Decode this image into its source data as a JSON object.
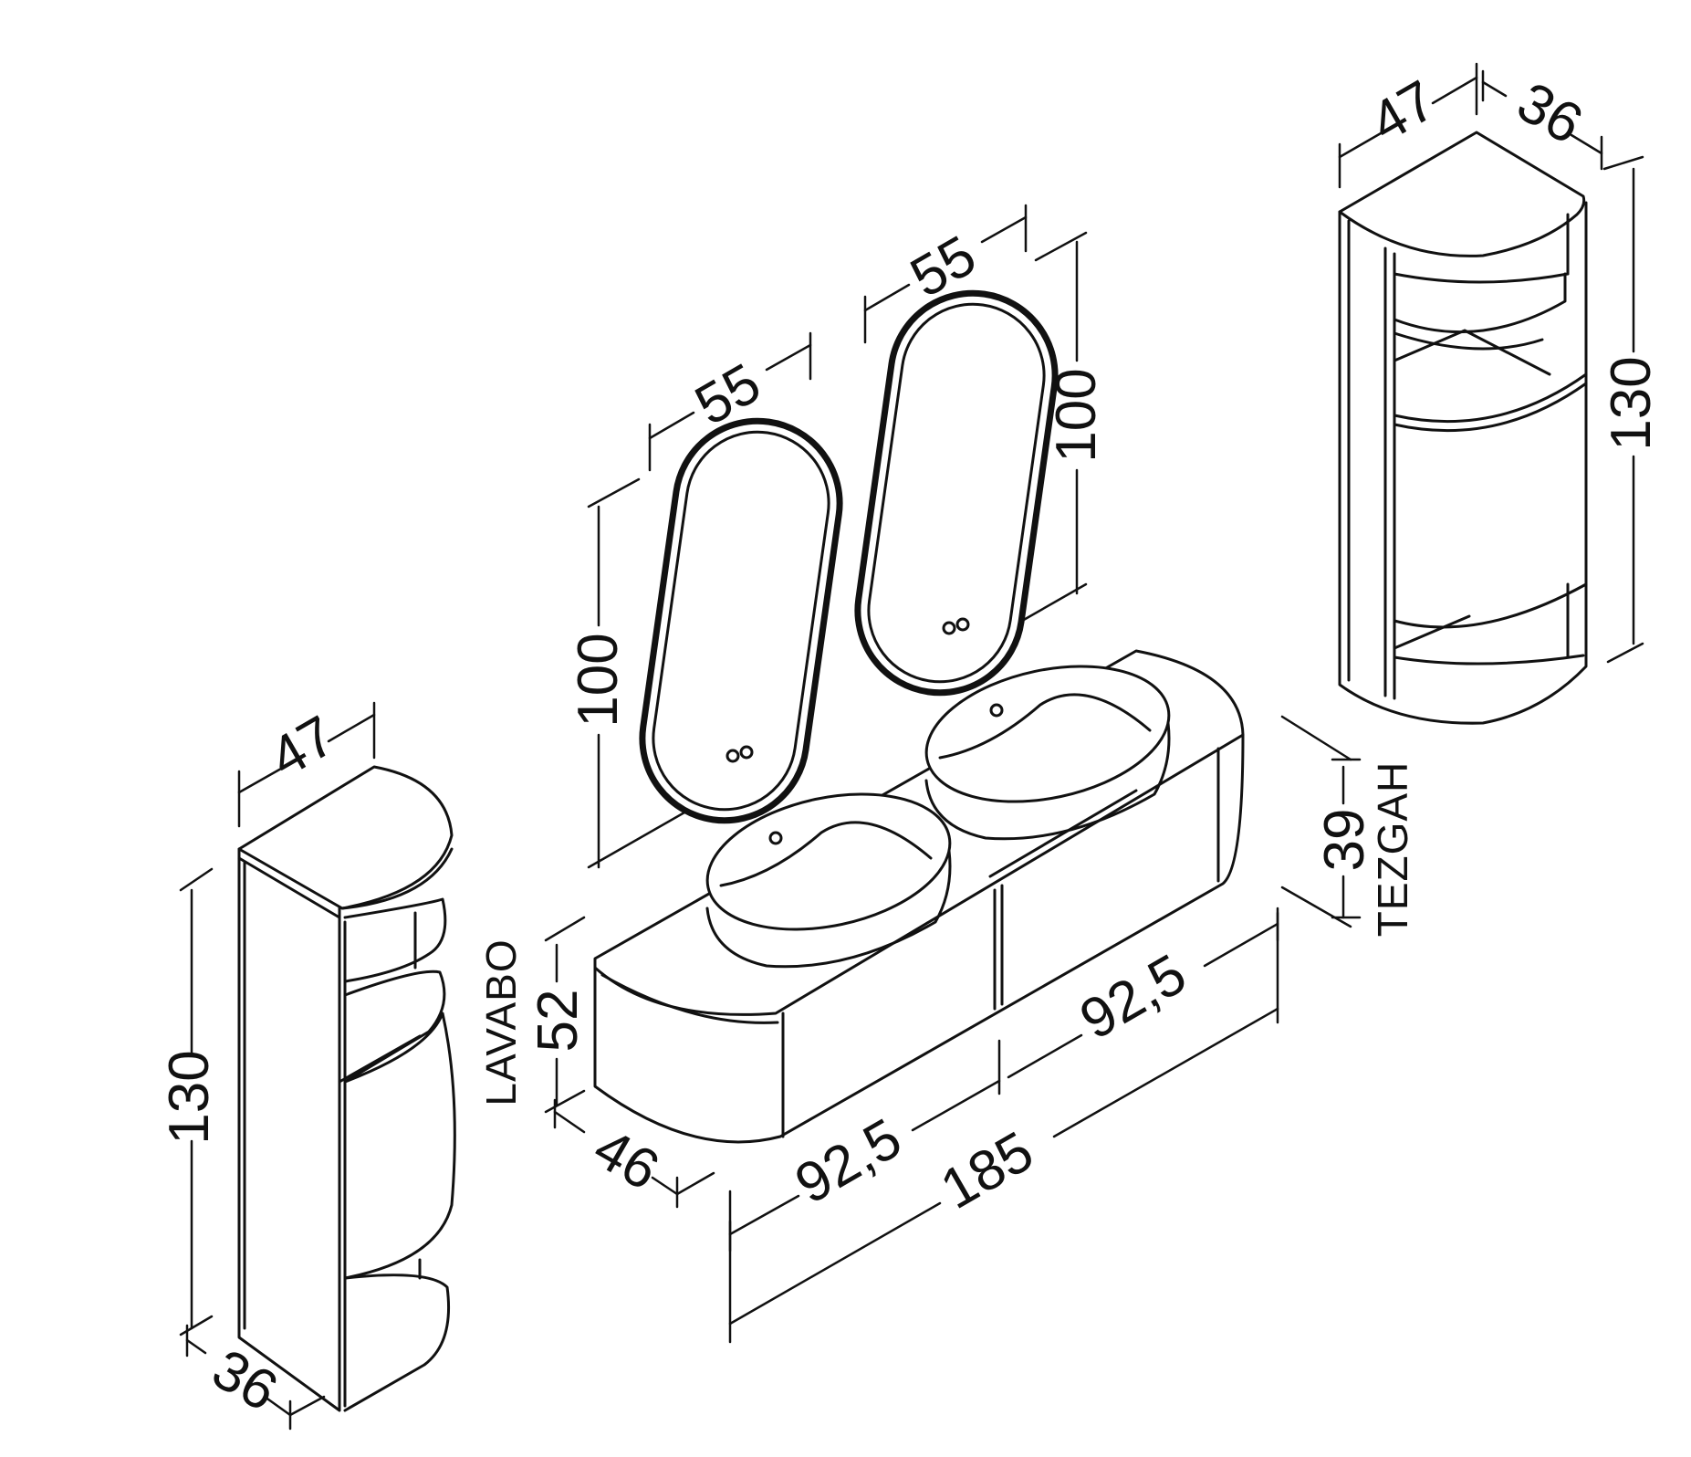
{
  "colors": {
    "line": "#111111",
    "background": "#ffffff"
  },
  "dimensions": {
    "left_tall_width": "47",
    "left_tall_height": "130",
    "left_tall_depth": "36",
    "mirror_left_width": "55",
    "mirror_left_height": "100",
    "mirror_right_width": "55",
    "mirror_right_height": "100",
    "vanity_depth": "46",
    "vanity_half_left": "92,5",
    "vanity_half_right": "92,5",
    "vanity_total": "185",
    "vanity_height": "52",
    "basin_height": "39",
    "right_tall_width": "47",
    "right_tall_depth": "36",
    "right_tall_height": "130"
  },
  "labels": {
    "lavabo": "LAVABO",
    "tezgah": "TEZGAH"
  }
}
